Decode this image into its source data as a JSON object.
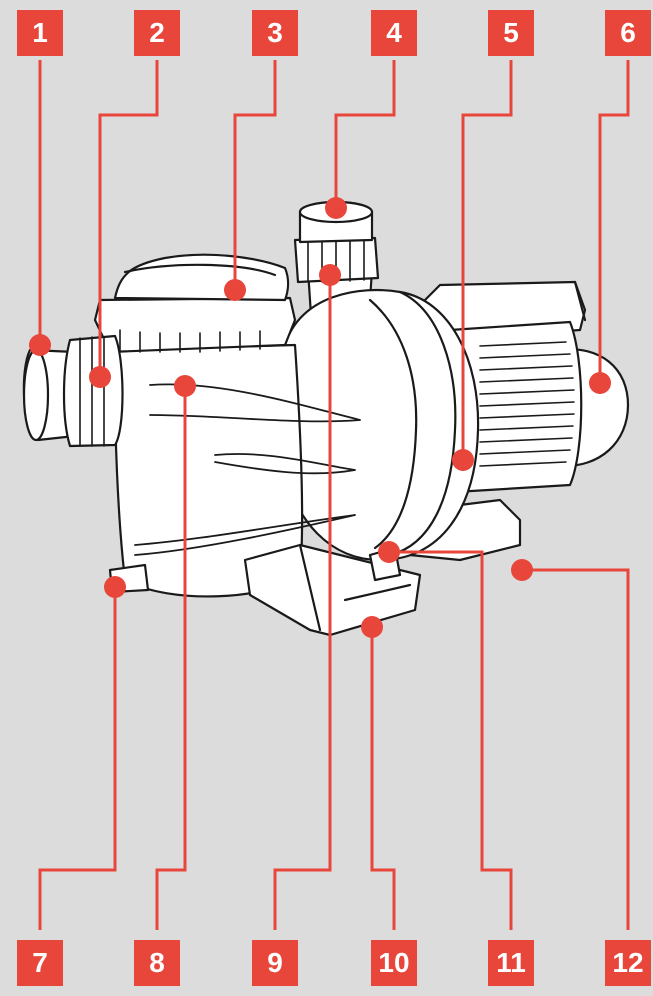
{
  "colors": {
    "background": "#dcdcdc",
    "accent": "#e8463b",
    "line_art": "#1a1a1a",
    "body_fill": "#ffffff",
    "label_text": "#ffffff"
  },
  "labels": [
    "1",
    "2",
    "3",
    "4",
    "5",
    "6",
    "7",
    "8",
    "9",
    "10",
    "11",
    "12"
  ]
}
